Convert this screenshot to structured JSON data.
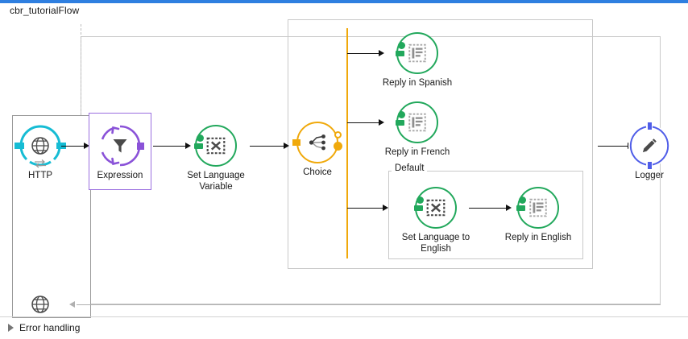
{
  "window": {
    "title": "cbr_tutorialFlow",
    "accent_color": "#2f7fe0"
  },
  "colors": {
    "http_cyan": "#16bcd4",
    "expression_purple": "#8a52d8",
    "green": "#22a85c",
    "choice_orange": "#f0a90b",
    "logger_blue": "#4f5de8",
    "container_border": "#c9c9c9"
  },
  "nodes": {
    "http": {
      "label": "HTTP",
      "icon": "globe-icon",
      "color": "#16bcd4"
    },
    "expression": {
      "label": "Expression",
      "icon": "filter-funnel-icon",
      "color": "#8a52d8"
    },
    "set_language_variable": {
      "label": "Set Language\nVariable",
      "icon": "set-variable-icon",
      "color": "#22a85c"
    },
    "choice": {
      "label": "Choice",
      "icon": "choice-branch-icon",
      "color": "#f0a90b"
    },
    "reply_spanish": {
      "label": "Reply in Spanish",
      "icon": "transform-message-icon",
      "color": "#22a85c"
    },
    "reply_french": {
      "label": "Reply in French",
      "icon": "transform-message-icon",
      "color": "#22a85c"
    },
    "set_language_english": {
      "label": "Set Language to\nEnglish",
      "icon": "set-variable-icon",
      "color": "#22a85c"
    },
    "reply_english": {
      "label": "Reply in English",
      "icon": "transform-message-icon",
      "color": "#22a85c"
    },
    "logger": {
      "label": "Logger",
      "icon": "pencil-icon",
      "color": "#4f5de8"
    },
    "error_source": {
      "label": "",
      "icon": "globe-icon",
      "color": "#4a4a4a"
    }
  },
  "groups": {
    "default_route": {
      "label": "Default"
    }
  },
  "footer": {
    "error_handling_label": "Error handling",
    "disclosure_state": "collapsed"
  }
}
